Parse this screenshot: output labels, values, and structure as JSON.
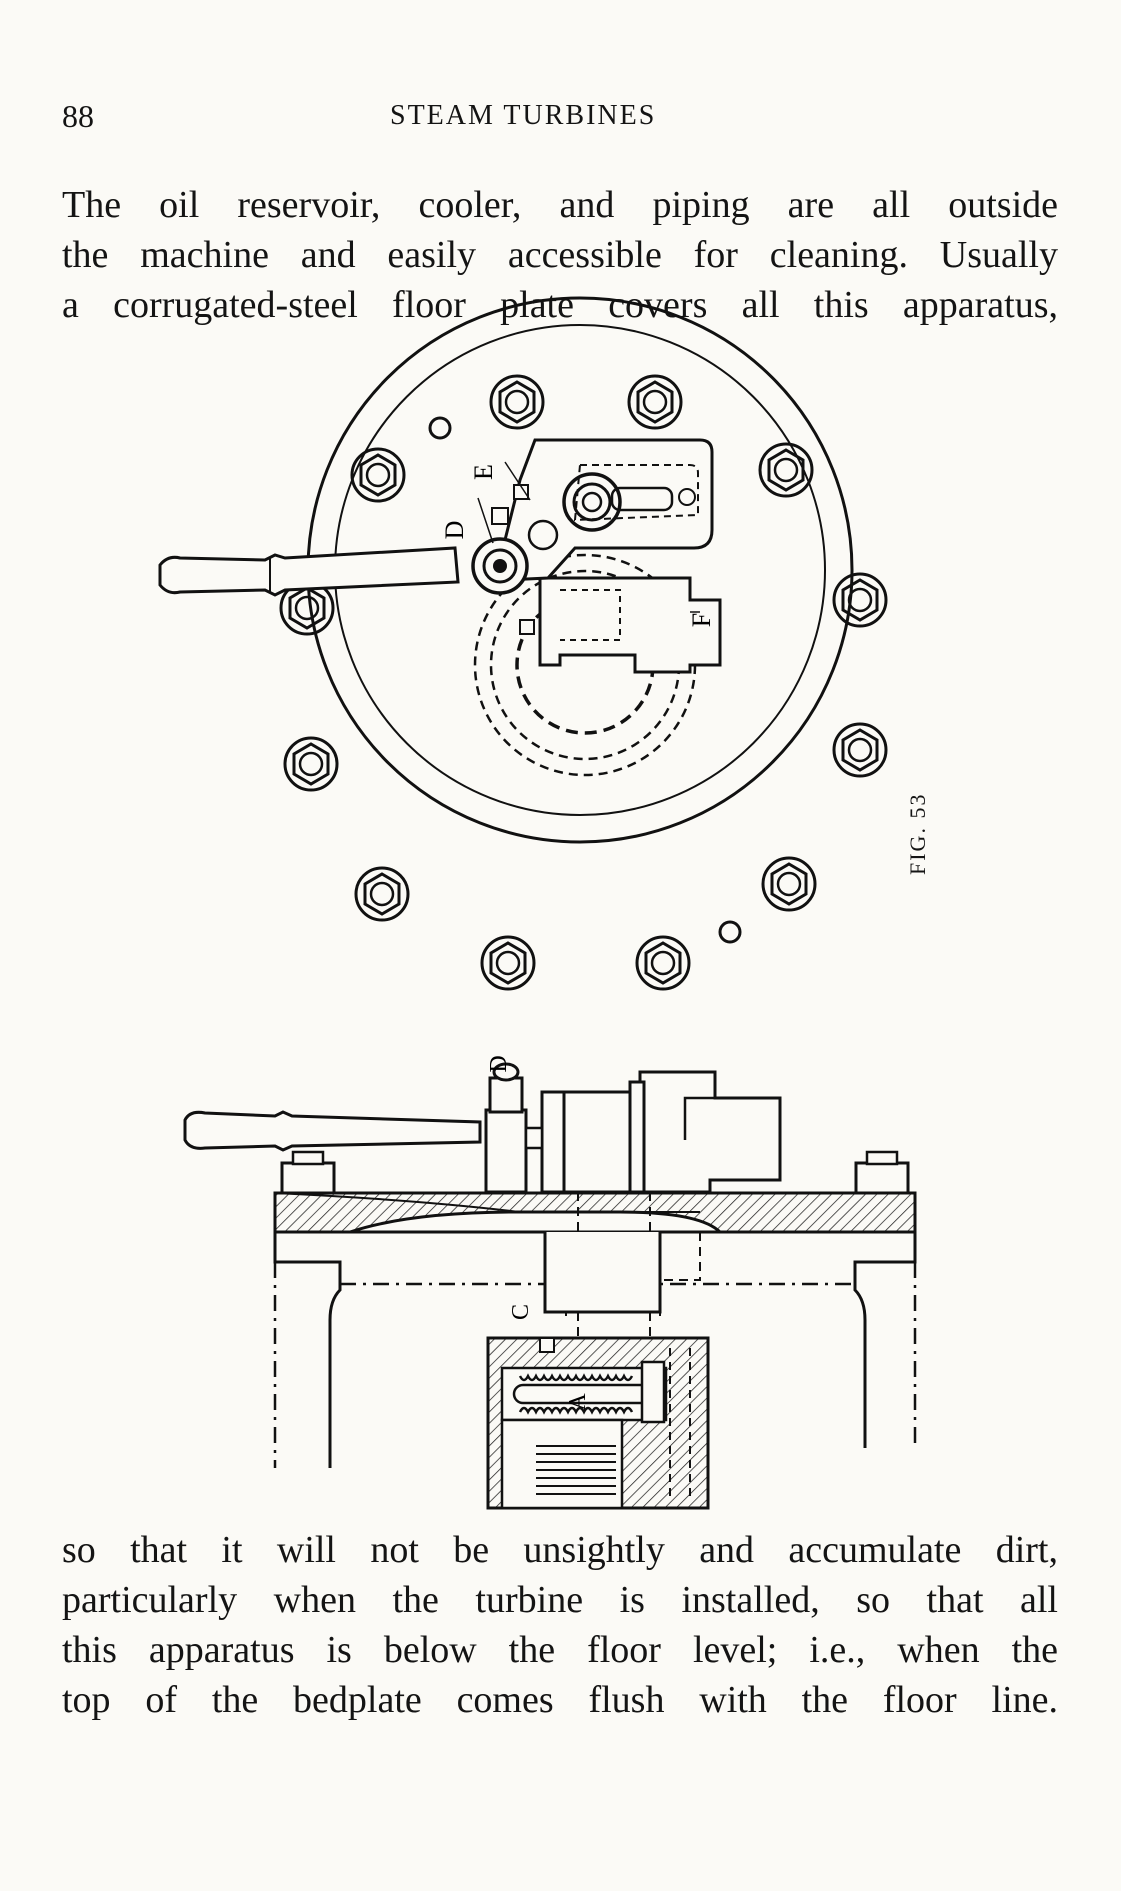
{
  "header": {
    "page_number": "88",
    "running_head": "STEAM TURBINES"
  },
  "paragraph_top": [
    "The oil reservoir, cooler, and piping are all outside",
    "the machine and easily accessible for cleaning.  Usually",
    "a corrugated-steel floor plate covers all this apparatus,"
  ],
  "figure": {
    "label": "FIG. 53",
    "top_view_letters": {
      "e": "E",
      "d": "D",
      "f": "F"
    },
    "side_view_letters": {
      "d": "D",
      "c": "C",
      "a": "A"
    }
  },
  "paragraph_bottom": [
    "so that it will not be unsightly and accumulate dirt,",
    "particularly when the turbine is installed, so that all",
    "this apparatus is below the floor level; i.e., when the",
    "top of the bedplate comes flush with the floor line."
  ]
}
